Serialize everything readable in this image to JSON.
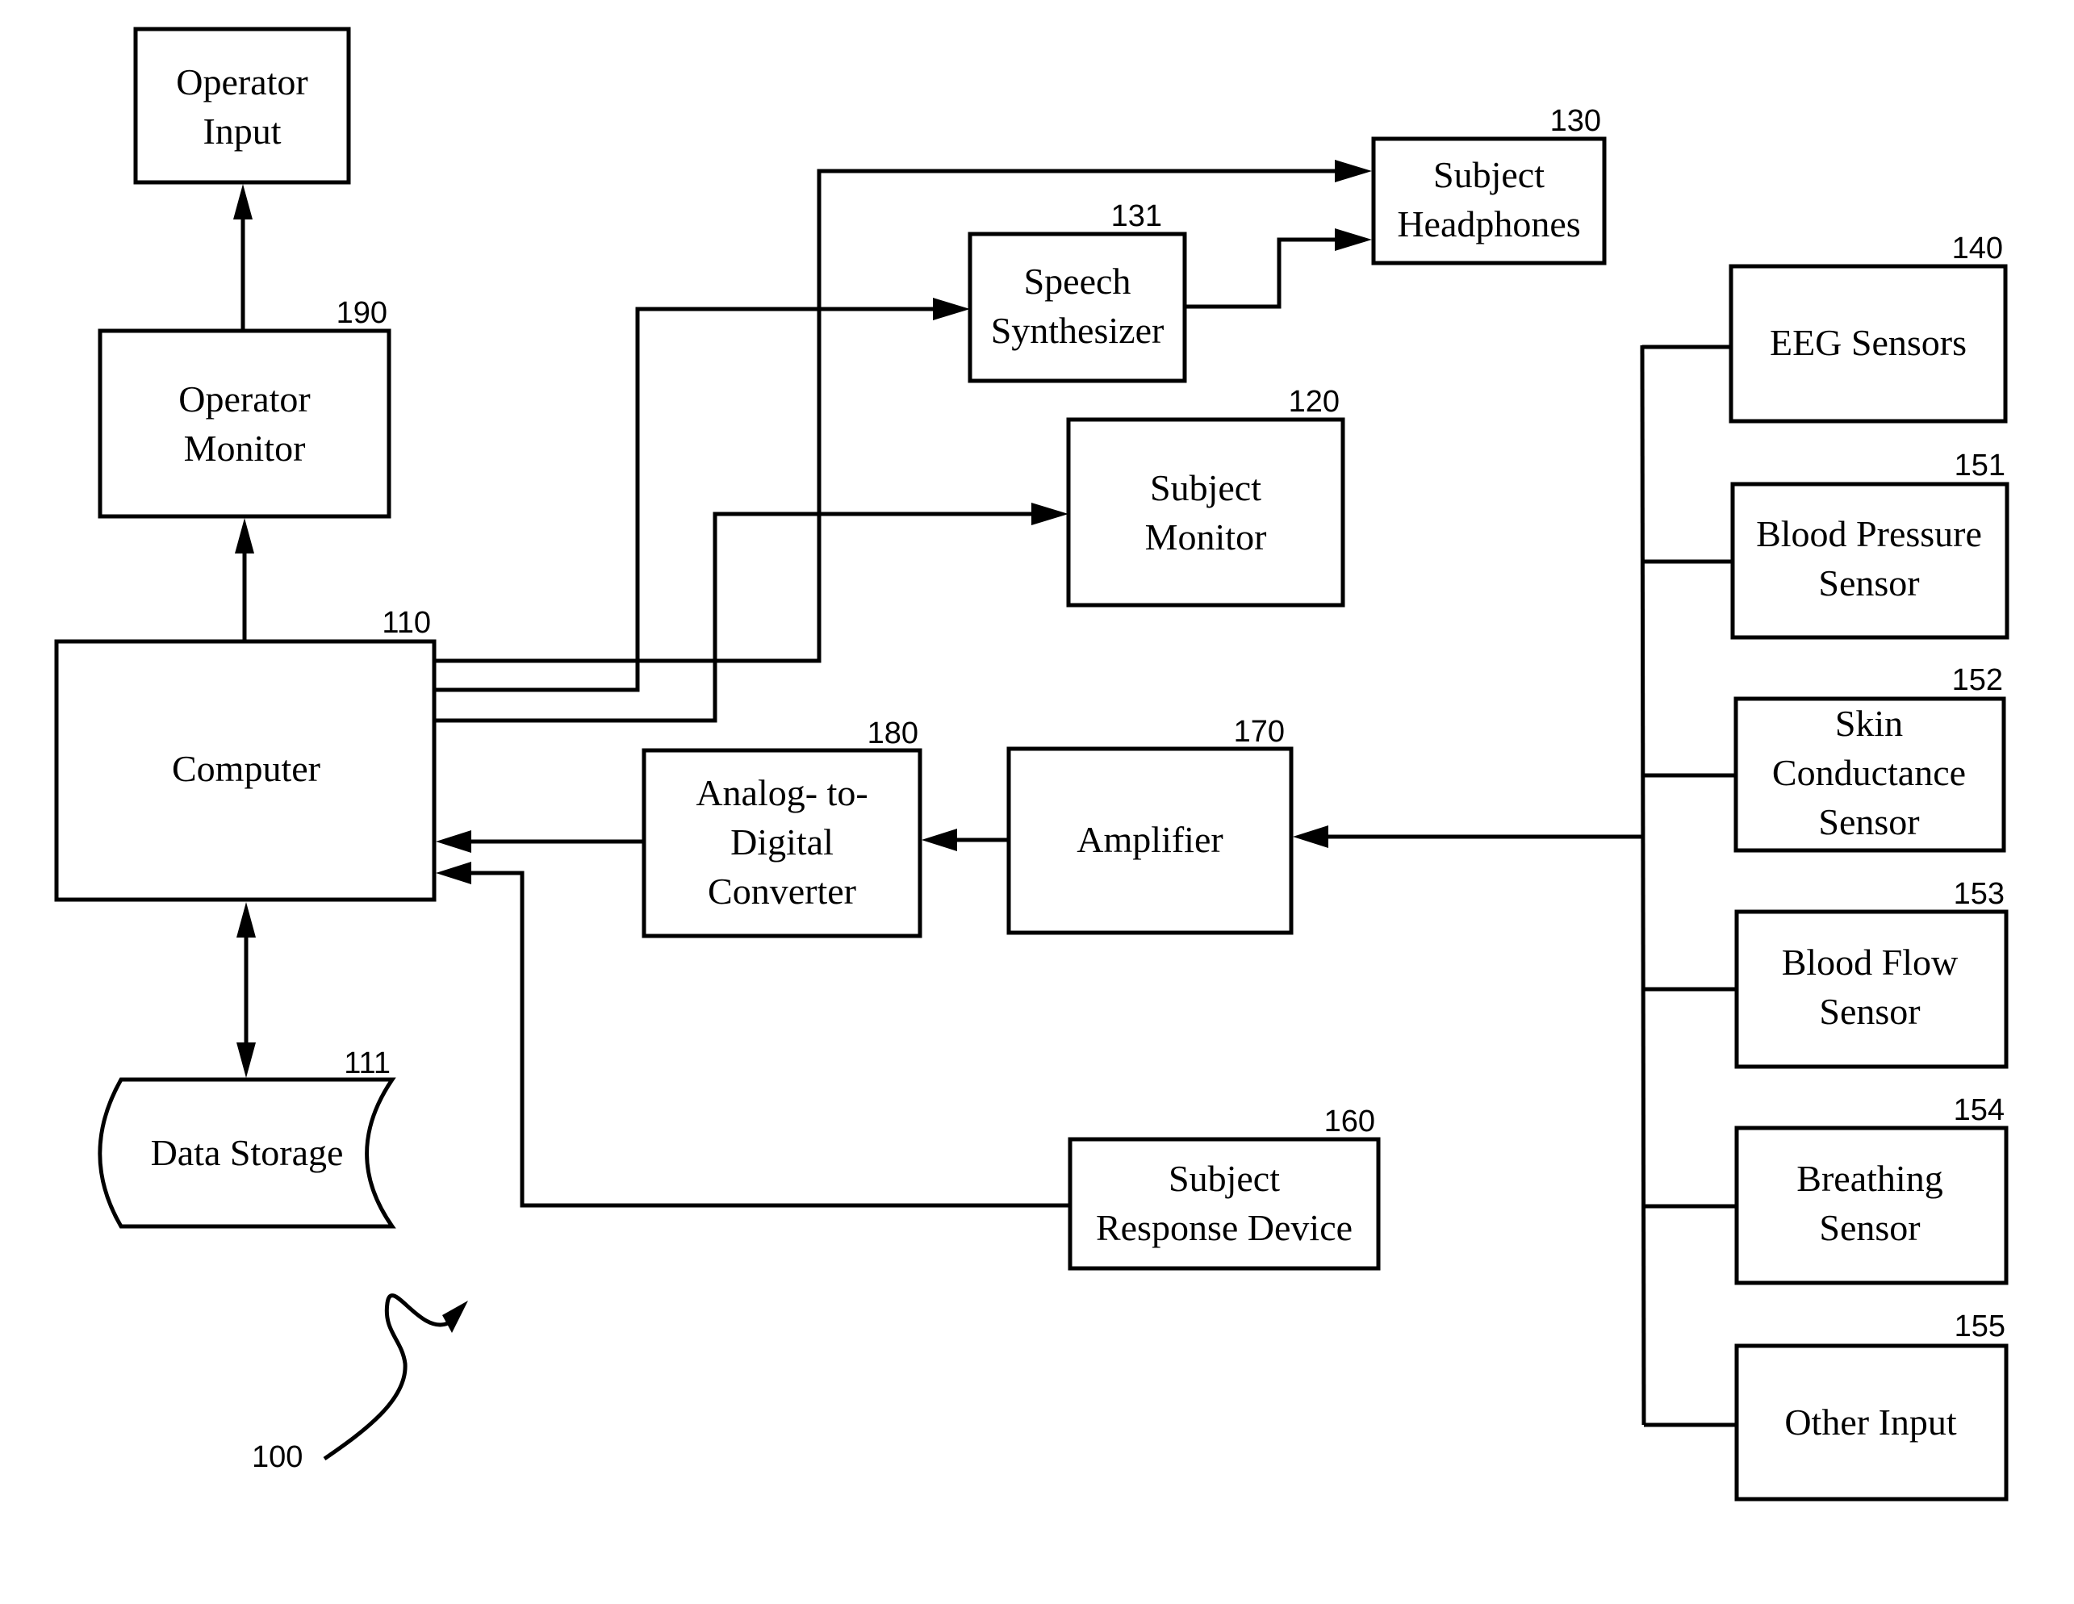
{
  "figure": {
    "reference_numeral": "100"
  },
  "blocks": {
    "operator_input": {
      "label_lines": [
        "Operator",
        "Input"
      ],
      "ref": ""
    },
    "operator_monitor": {
      "label_lines": [
        "Operator",
        "Monitor"
      ],
      "ref": "190"
    },
    "computer": {
      "label_lines": [
        "Computer"
      ],
      "ref": "110"
    },
    "data_storage": {
      "label_lines": [
        "Data Storage"
      ],
      "ref": "111"
    },
    "speech_synthesizer": {
      "label_lines": [
        "Speech",
        "Synthesizer"
      ],
      "ref": "131"
    },
    "subject_headphones": {
      "label_lines": [
        "Subject",
        "Headphones"
      ],
      "ref": "130"
    },
    "subject_monitor": {
      "label_lines": [
        "Subject",
        "Monitor"
      ],
      "ref": "120"
    },
    "adc": {
      "label_lines": [
        "Analog- to-",
        "Digital",
        "Converter"
      ],
      "ref": "180"
    },
    "amplifier": {
      "label_lines": [
        "Amplifier"
      ],
      "ref": "170"
    },
    "subject_response_device": {
      "label_lines": [
        "Subject",
        "Response Device"
      ],
      "ref": "160"
    },
    "eeg_sensors": {
      "label_lines": [
        "EEG Sensors"
      ],
      "ref": "140"
    },
    "blood_pressure_sensor": {
      "label_lines": [
        "Blood Pressure",
        "Sensor"
      ],
      "ref": "151"
    },
    "skin_conductance_sensor": {
      "label_lines": [
        "Skin",
        "Conductance",
        "Sensor"
      ],
      "ref": "152"
    },
    "blood_flow_sensor": {
      "label_lines": [
        "Blood Flow",
        "Sensor"
      ],
      "ref": "153"
    },
    "breathing_sensor": {
      "label_lines": [
        "Breathing",
        "Sensor"
      ],
      "ref": "154"
    },
    "other_input": {
      "label_lines": [
        "Other Input"
      ],
      "ref": "155"
    }
  },
  "connections": [
    {
      "from": "operator_monitor",
      "to": "operator_input",
      "direction": "one-way"
    },
    {
      "from": "computer",
      "to": "operator_monitor",
      "direction": "one-way"
    },
    {
      "from": "computer",
      "to": "data_storage",
      "direction": "two-way"
    },
    {
      "from": "computer",
      "to": "subject_headphones",
      "direction": "one-way"
    },
    {
      "from": "computer",
      "to": "speech_synthesizer",
      "direction": "one-way"
    },
    {
      "from": "speech_synthesizer",
      "to": "subject_headphones",
      "direction": "one-way"
    },
    {
      "from": "computer",
      "to": "subject_monitor",
      "direction": "one-way"
    },
    {
      "from": "sensor_bus",
      "to": "amplifier",
      "direction": "one-way"
    },
    {
      "from": "amplifier",
      "to": "adc",
      "direction": "one-way"
    },
    {
      "from": "adc",
      "to": "computer",
      "direction": "one-way"
    },
    {
      "from": "subject_response_device",
      "to": "computer",
      "direction": "one-way"
    },
    {
      "from": "eeg_sensors",
      "to": "sensor_bus",
      "direction": "line"
    },
    {
      "from": "blood_pressure_sensor",
      "to": "sensor_bus",
      "direction": "line"
    },
    {
      "from": "skin_conductance_sensor",
      "to": "sensor_bus",
      "direction": "line"
    },
    {
      "from": "blood_flow_sensor",
      "to": "sensor_bus",
      "direction": "line"
    },
    {
      "from": "breathing_sensor",
      "to": "sensor_bus",
      "direction": "line"
    },
    {
      "from": "other_input",
      "to": "sensor_bus",
      "direction": "line"
    }
  ]
}
